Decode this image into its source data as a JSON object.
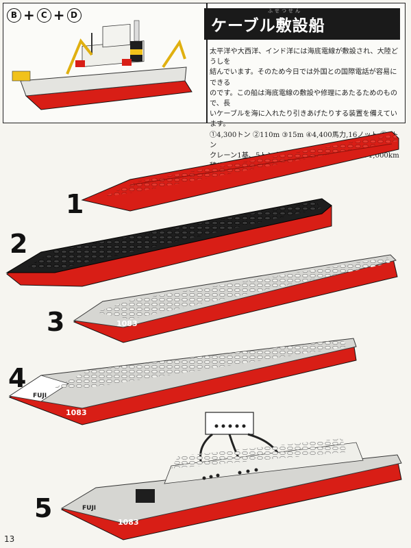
{
  "header": {
    "set_letters": [
      "B",
      "C",
      "D"
    ],
    "plus": "+",
    "title": "ケーブル敷設船",
    "ruby": "ふせつせん",
    "description": [
      "太平洋や大西洋、インド洋には海底電線が敷設され、大陸どうしを",
      "結んでいます。そのため今日では外国との国際電話が容易にできる",
      "のです。この船は海底電線の敷設や修理にあたるためのもので、長",
      "いケーブルを海に入れたり引きあげたりする装置を備えています。",
      "①4,300トン ②110m ③15m ④4,400馬力,16ノット ⑦7トン",
      "クレーン1基、5トンクレーン1基、深海用ケーブル1,000km積め",
      "ます。"
    ]
  },
  "steps": [
    "1",
    "2",
    "3",
    "4",
    "5"
  ],
  "hull_texts": {
    "number": "1083",
    "name": "FUJI"
  },
  "colors": {
    "red": "#d81e16",
    "black": "#1e1e1e",
    "white": "#f2f2ee",
    "grey": "#d6d6d2"
  },
  "page_number": "13"
}
